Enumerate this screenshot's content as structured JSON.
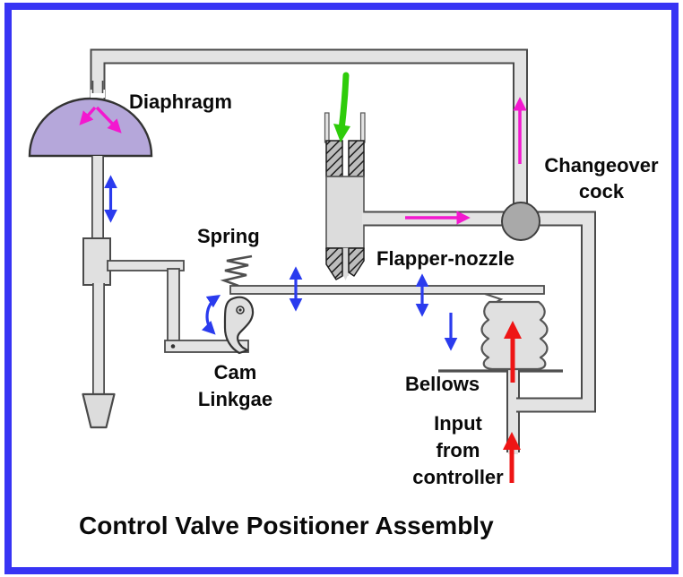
{
  "figure": {
    "title": "Control Valve Positioner Assembly",
    "labels": {
      "diaphragm": "Diaphragm",
      "spring": "Spring",
      "changeover_line1": "Changeover",
      "changeover_line2": "cock",
      "flapper_nozzle": "Flapper-nozzle",
      "cam_line1": "Cam",
      "cam_line2": "Linkgae",
      "bellows": "Bellows",
      "input_line1": "Input",
      "input_line2": "from",
      "input_line3": "controller"
    },
    "colors": {
      "border_blue": "#3734f4",
      "pipe_fill": "#e3e3e3",
      "pipe_stroke": "#4a4a4a",
      "diaphragm_fill": "#b5a7da",
      "changeover_cock_fill": "#a9a9a9",
      "magenta_arrow": "#f318cf",
      "blue_arrow": "#2a3bee",
      "red_arrow": "#ee1515",
      "green_arrow": "#2ecc0a",
      "label_text": "#0a0a0a"
    }
  }
}
